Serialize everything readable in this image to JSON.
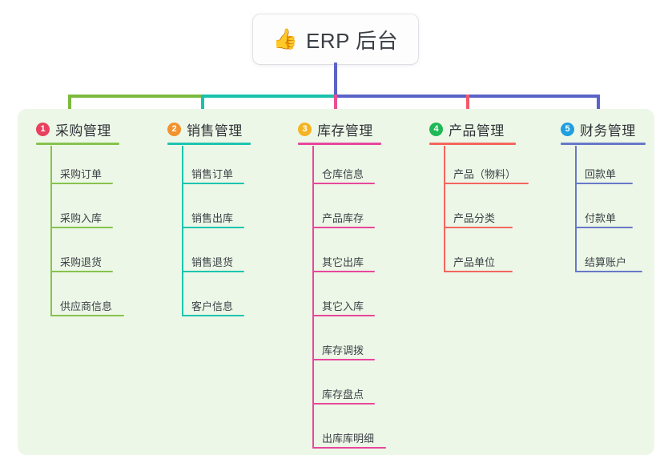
{
  "root": {
    "emoji": "👍",
    "emoji_icon": "thumbs-up-icon",
    "title": "ERP 后台"
  },
  "palette": {
    "panel_bg": "#edf7e7",
    "card_bg": "#fdfdfd",
    "text": "#3a3f46",
    "bus_green": "#7cba3d",
    "bus_teal": "#18c2ab",
    "bus_blue": "#5a63c8",
    "stub_green": "#7cba3d",
    "stub_teal": "#18c2ab",
    "stub_pink": "#ea4f95",
    "stub_red": "#f2596a",
    "stub_blue": "#5a63c8"
  },
  "columns": [
    {
      "index": "1",
      "title": "采购管理",
      "badge_color": "#e8415f",
      "line_color": "#86c34e",
      "rule_width": 104,
      "items": [
        {
          "label": "采购订单",
          "rule_width": 78
        },
        {
          "label": "采购入库",
          "rule_width": 78
        },
        {
          "label": "采购退货",
          "rule_width": 78
        },
        {
          "label": "供应商信息",
          "rule_width": 92
        }
      ]
    },
    {
      "index": "2",
      "title": "销售管理",
      "badge_color": "#f2922e",
      "line_color": "#1dc4b0",
      "rule_width": 104,
      "items": [
        {
          "label": "销售订单",
          "rule_width": 78
        },
        {
          "label": "销售出库",
          "rule_width": 78
        },
        {
          "label": "销售退货",
          "rule_width": 78
        },
        {
          "label": "客户信息",
          "rule_width": 78
        }
      ]
    },
    {
      "index": "3",
      "title": "库存管理",
      "badge_color": "#f5b425",
      "line_color": "#e8479b",
      "rule_width": 104,
      "items": [
        {
          "label": "仓库信息",
          "rule_width": 78
        },
        {
          "label": "产品库存",
          "rule_width": 78
        },
        {
          "label": "其它出库",
          "rule_width": 78
        },
        {
          "label": "其它入库",
          "rule_width": 78
        },
        {
          "label": "库存调拨",
          "rule_width": 78
        },
        {
          "label": "库存盘点",
          "rule_width": 78
        },
        {
          "label": "出库库明细",
          "rule_width": 92
        }
      ]
    },
    {
      "index": "4",
      "title": "产品管理",
      "badge_color": "#1eb855",
      "line_color": "#f4655f",
      "rule_width": 108,
      "items": [
        {
          "label": "产品（物料）",
          "rule_width": 106
        },
        {
          "label": "产品分类",
          "rule_width": 86
        },
        {
          "label": "产品单位",
          "rule_width": 86
        }
      ]
    },
    {
      "index": "5",
      "title": "财务管理",
      "badge_color": "#1f9fe0",
      "line_color": "#6878c9",
      "rule_width": 106,
      "items": [
        {
          "label": "回款单",
          "rule_width": 72
        },
        {
          "label": "付款单",
          "rule_width": 72
        },
        {
          "label": "结算账户",
          "rule_width": 84
        }
      ]
    }
  ]
}
